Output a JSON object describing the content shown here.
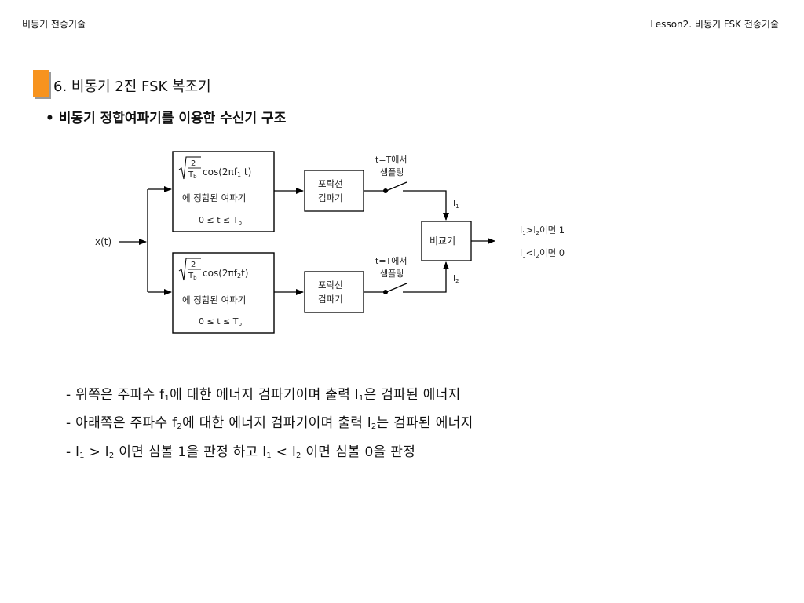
{
  "header": {
    "left": "비동기 전송기술",
    "right": "Lesson2. 비동기 FSK 전송기술"
  },
  "section": {
    "title": "6. 비동기 2진 FSK 복조기",
    "subtitle": "• 비동기 정합여파기를 이용한 수신기 구조"
  },
  "diagram": {
    "input": "x(t)",
    "filter_top": {
      "sqrt_num": "2",
      "sqrt_den": "T",
      "sqrt_den_sub": "b",
      "cos_prefix": "cos(2πf",
      "freq_sub": "1",
      "cos_suffix": " t)",
      "desc": "에 정합된 여파기",
      "range_prefix": "0 ≤ t ≤ T",
      "range_sub": "b"
    },
    "filter_bottom": {
      "sqrt_num": "2",
      "sqrt_den": "T",
      "sqrt_den_sub": "b",
      "cos_prefix": "cos(2πf",
      "freq_sub": "2",
      "cos_suffix": "t)",
      "desc": "에 정합된 여파기",
      "range_prefix": "0 ≤ t ≤ T",
      "range_sub": "b"
    },
    "envelope_top": [
      "포락선",
      "검파기"
    ],
    "envelope_bottom": [
      "포락선",
      "검파기"
    ],
    "sampling_top": [
      "t=T에서",
      "샘플링"
    ],
    "sampling_bottom": [
      "t=T에서",
      "샘플링"
    ],
    "l1_label": "l",
    "l1_sub": "1",
    "l2_label": "l",
    "l2_sub": "2",
    "comparator": "비교기",
    "decision": [
      {
        "a": "l",
        "a_sub": "1",
        "op": ">",
        "b": "l",
        "b_sub": "2",
        "text": "이면 1"
      },
      {
        "a": "l",
        "a_sub": "1",
        "op": "<",
        "b": "l",
        "b_sub": "2",
        "text": "이면 0"
      }
    ]
  },
  "bullets": [
    {
      "p1": "- 위쪽은 주파수 f",
      "s1": "1",
      "p2": "에 대한 에너지 검파기이며 출력 l",
      "s2": "1",
      "p3": "은 검파된 에너지"
    },
    {
      "p1": "- 아래쪽은 주파수 f",
      "s1": "2",
      "p2": "에 대한 에너지 검파기이며 출력 l",
      "s2": "2",
      "p3": "는 검파된 에너지"
    },
    {
      "p1": "- l",
      "s1": "1",
      "p2": " > l",
      "s2": "2",
      "p3": " 이면 심볼 1을 판정 하고 l",
      "s4": "1",
      "p4": " < l",
      "s5": "2",
      "p5": " 이면 심볼 0을 판정"
    }
  ]
}
